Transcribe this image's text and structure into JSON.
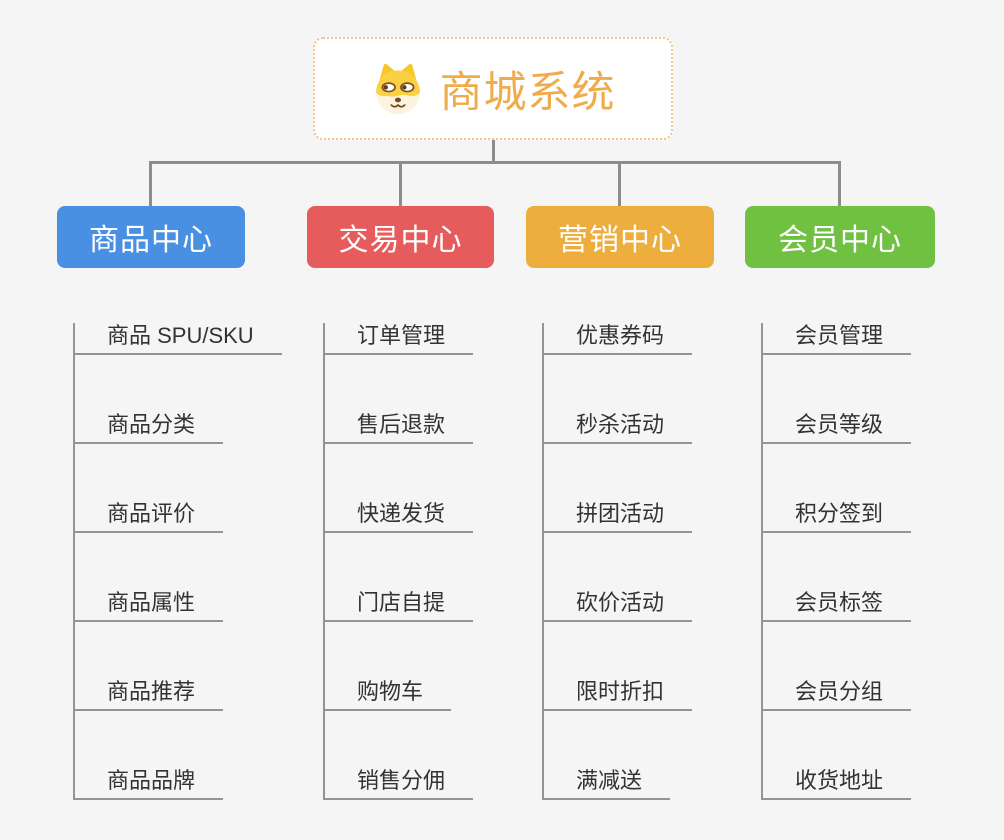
{
  "root": {
    "title": "商城系统",
    "icon": "doge-icon"
  },
  "colors": {
    "bg": "#f5f5f5",
    "connector": "#8c8c8c",
    "item-line": "#949494",
    "item-text": "#333333",
    "root-border": "#f3c585",
    "root-text": "#f0ac4a"
  },
  "branches": [
    {
      "label": "商品中心",
      "color": "#4a90e2",
      "items": [
        "商品 SPU/SKU",
        "商品分类",
        "商品评价",
        "商品属性",
        "商品推荐",
        "商品品牌"
      ]
    },
    {
      "label": "交易中心",
      "color": "#e65c5c",
      "items": [
        "订单管理",
        "售后退款",
        "快递发货",
        "门店自提",
        "购物车",
        "销售分佣"
      ]
    },
    {
      "label": "营销中心",
      "color": "#edae3d",
      "items": [
        "优惠券码",
        "秒杀活动",
        "拼团活动",
        "砍价活动",
        "限时折扣",
        "满减送"
      ]
    },
    {
      "label": "会员中心",
      "color": "#70c142",
      "items": [
        "会员管理",
        "会员等级",
        "积分签到",
        "会员标签",
        "会员分组",
        "收货地址"
      ]
    }
  ]
}
